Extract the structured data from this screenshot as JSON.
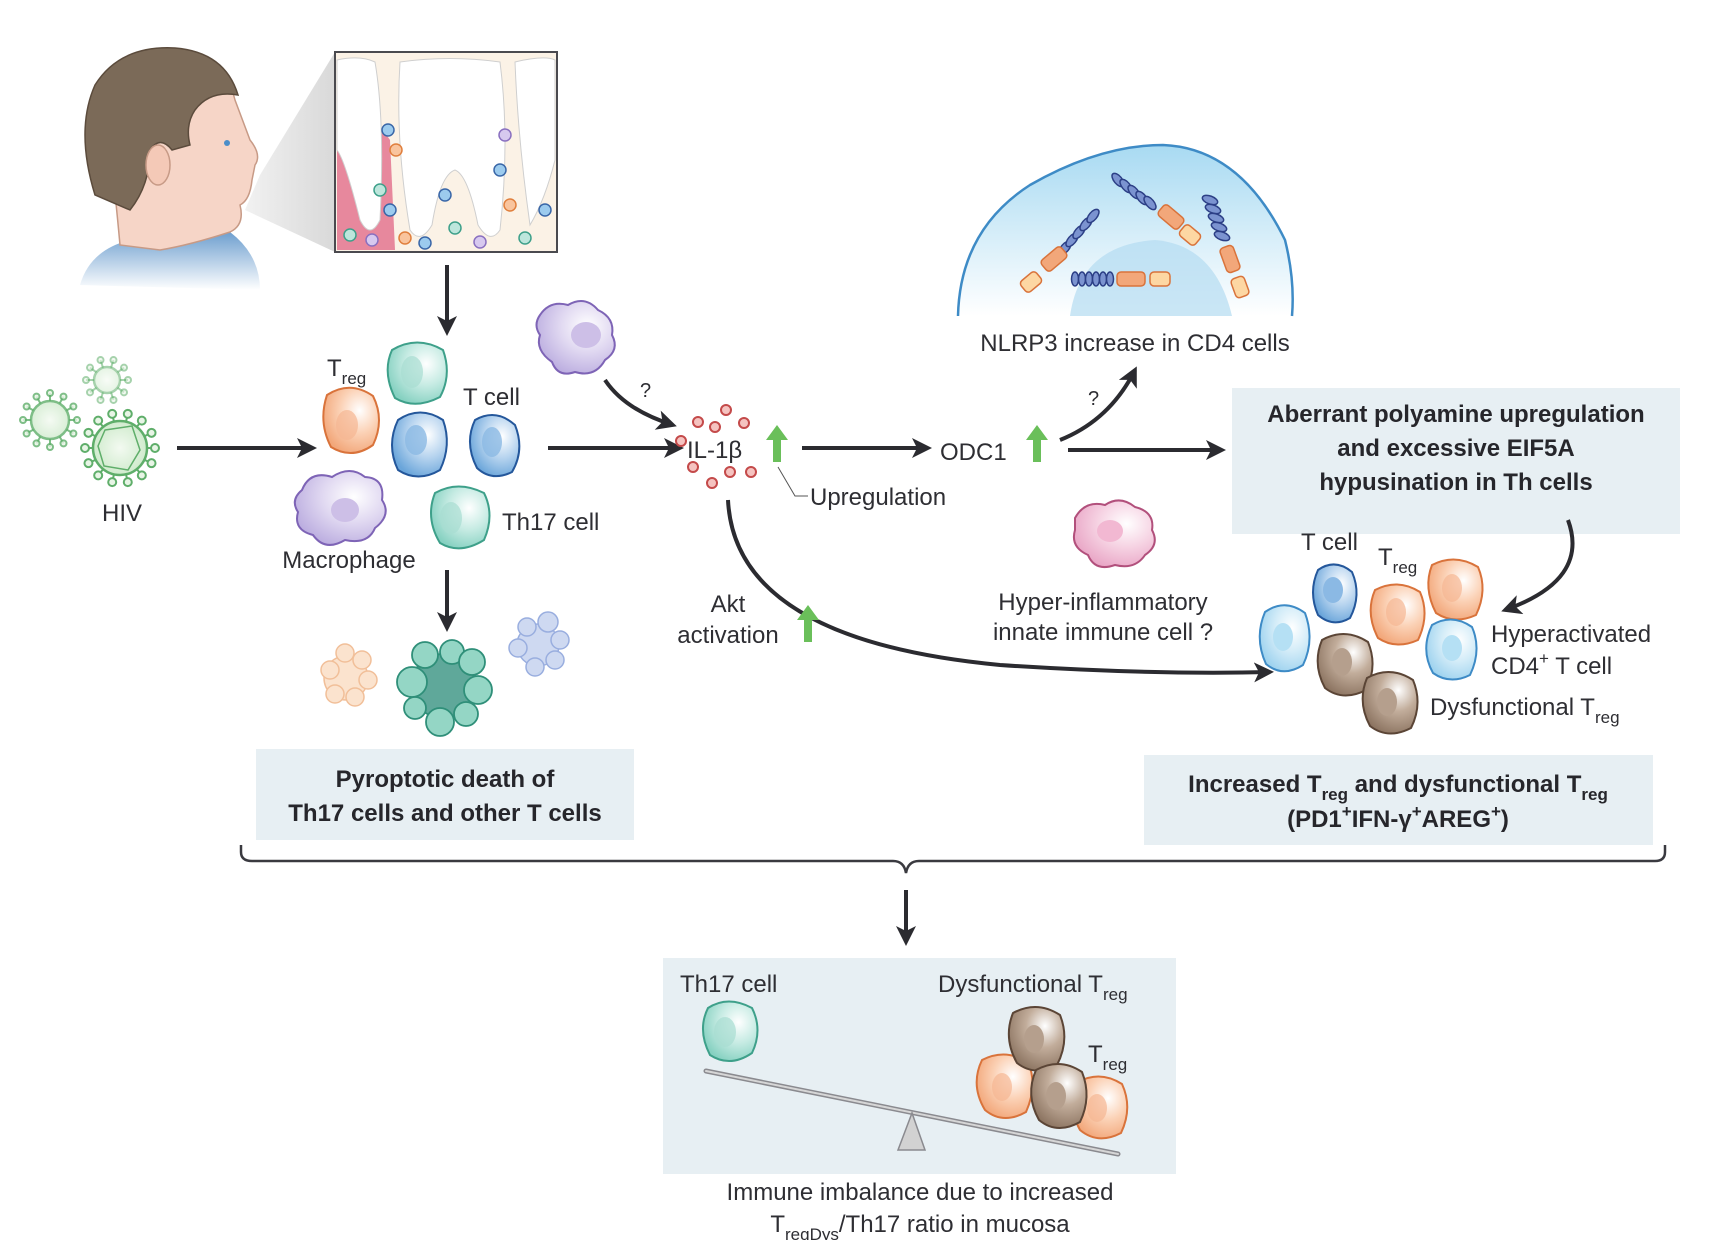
{
  "figure": {
    "subject": {
      "icon": "human-head-profile",
      "inset": "gingival-tissue-teeth"
    },
    "hiv": {
      "label": "HIV"
    },
    "mucosa_cells": {
      "treg_label": {
        "main": "T",
        "sub": "reg"
      },
      "tcell_label": "T cell",
      "th17_label": "Th17 cell",
      "macrophage_label": "Macrophage"
    },
    "question_mark_1": "?",
    "il1b": {
      "label": "IL-1β"
    },
    "upregulation_label": "Upregulation",
    "odc1": {
      "label": "ODC1"
    },
    "question_mark_2": "?",
    "nlrp3": {
      "label": "NLRP3 increase in CD4 cells"
    },
    "polyamine_box": {
      "lines": [
        "Aberrant polyamine upregulation",
        "and excessive EIF5A",
        "hypusination in Th cells"
      ]
    },
    "akt": {
      "line1": "Akt",
      "line2": "activation"
    },
    "innate_cell": {
      "line1": "Hyper-inflammatory",
      "line2": "innate immune cell ?"
    },
    "cluster": {
      "tcell_label": "T cell",
      "treg_label": {
        "main": "T",
        "sub": "reg"
      },
      "hyper_line1": "Hyperactivated",
      "hyper_line2_a": "CD4",
      "hyper_line2_sup": "+",
      "hyper_line2_b": " T cell",
      "dys_label": {
        "main": "Dysfunctional T",
        "sub": "reg"
      }
    },
    "pyroptosis_box": {
      "lines": [
        "Pyroptotic death of",
        "Th17 cells and other T cells"
      ]
    },
    "treg_box": {
      "line1": {
        "a": "Increased T",
        "sub1": "reg",
        "b": " and dysfunctional T",
        "sub2": "reg"
      },
      "line2": {
        "a": "(PD1",
        "sup1": "+",
        "b": "IFN-γ",
        "sup2": "+",
        "c": "AREG",
        "sup3": "+",
        "d": ")"
      }
    },
    "balance_box": {
      "th17_label": "Th17 cell",
      "dys_label": {
        "main": "Dysfunctional T",
        "sub": "reg"
      },
      "treg_label": {
        "main": "T",
        "sub": "reg"
      }
    },
    "caption": {
      "line1": "Immune imbalance due to increased",
      "line2": {
        "main": "T",
        "sub": "regDys",
        "rest": "/Th17 ratio in mucosa"
      }
    },
    "colors": {
      "arrow": "#2b2b30",
      "up_arrow": "#6abf5a",
      "box_fill": "#e7eff3",
      "treg_orange": "#f2a77a",
      "tcell_blue": "#5b9bd5",
      "th17_teal": "#7ccfbf",
      "macrophage_purple": "#b9a8dc",
      "dys_treg_brown": "#8b7360",
      "hyper_lightblue": "#a9daf2",
      "innate_pink": "#e9a6c6",
      "il1b_red": "#c44a4a",
      "hiv_green": "#5fae6a"
    }
  }
}
